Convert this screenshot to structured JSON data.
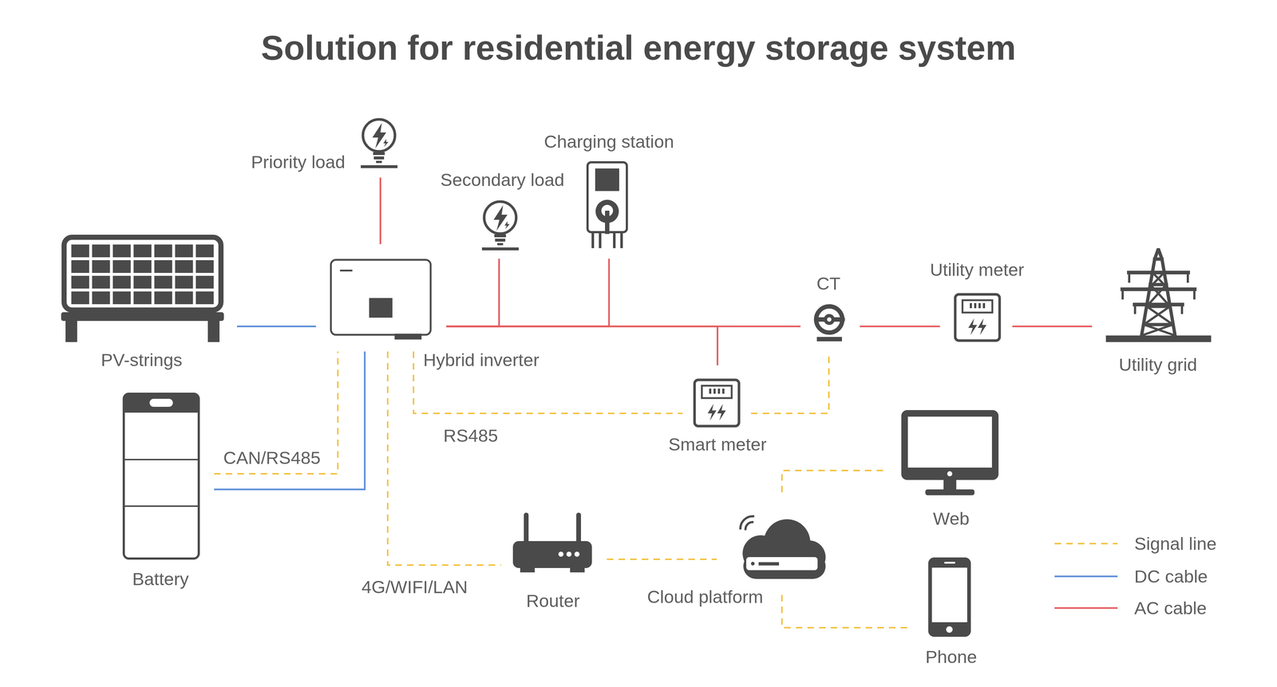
{
  "diagram": {
    "title": "Solution for residential energy storage system",
    "nodes": [
      {
        "text": [
          "Priority load"
        ]
      },
      {
        "text": [
          "Charging station"
        ]
      },
      {
        "text": [
          "Secondary load"
        ]
      },
      {
        "text": [
          "PV-strings"
        ]
      },
      {
        "text": [
          "Hybrid inverter"
        ]
      },
      {
        "text": [
          "CT"
        ]
      },
      {
        "text": [
          "Utility meter"
        ]
      },
      {
        "text": [
          "Utility grid"
        ]
      },
      {
        "text": [
          "Battery"
        ]
      },
      {
        "text": [
          "Smart meter"
        ]
      },
      {
        "text": [
          "Web"
        ]
      },
      {
        "text": [
          "Router"
        ]
      },
      {
        "text": [
          "Cloud platform"
        ]
      },
      {
        "text": [
          "Phone"
        ]
      }
    ],
    "edges": [
      {
        "from": 3,
        "to": 4,
        "arrow": "none"
      },
      {
        "from": 8,
        "to": 4,
        "arrow": "none"
      },
      {
        "from": 8,
        "to": 4,
        "label": "CAN/RS485",
        "arrow": "none"
      },
      {
        "from": 4,
        "to": 0,
        "arrow": "none"
      },
      {
        "from": 4,
        "to": 2,
        "arrow": "none"
      },
      {
        "from": 4,
        "to": 1,
        "arrow": "none"
      },
      {
        "from": 4,
        "to": 9,
        "arrow": "none"
      },
      {
        "from": 4,
        "to": 5,
        "arrow": "none"
      },
      {
        "from": 5,
        "to": 6,
        "arrow": "none"
      },
      {
        "from": 6,
        "to": 7,
        "arrow": "none"
      },
      {
        "from": 4,
        "to": 9,
        "label": "RS485",
        "arrow": "none"
      },
      {
        "from": 9,
        "to": 5,
        "arrow": "none"
      },
      {
        "from": 4,
        "to": 11,
        "label": "4G/WIFI/LAN",
        "arrow": "none"
      },
      {
        "from": 11,
        "to": 12,
        "arrow": "none"
      },
      {
        "from": 12,
        "to": 10,
        "arrow": "none"
      },
      {
        "from": 12,
        "to": 13,
        "arrow": "none"
      }
    ],
    "legend": [
      {
        "text": "Signal line"
      },
      {
        "text": "DC cable"
      },
      {
        "text": "AC cable"
      }
    ]
  }
}
